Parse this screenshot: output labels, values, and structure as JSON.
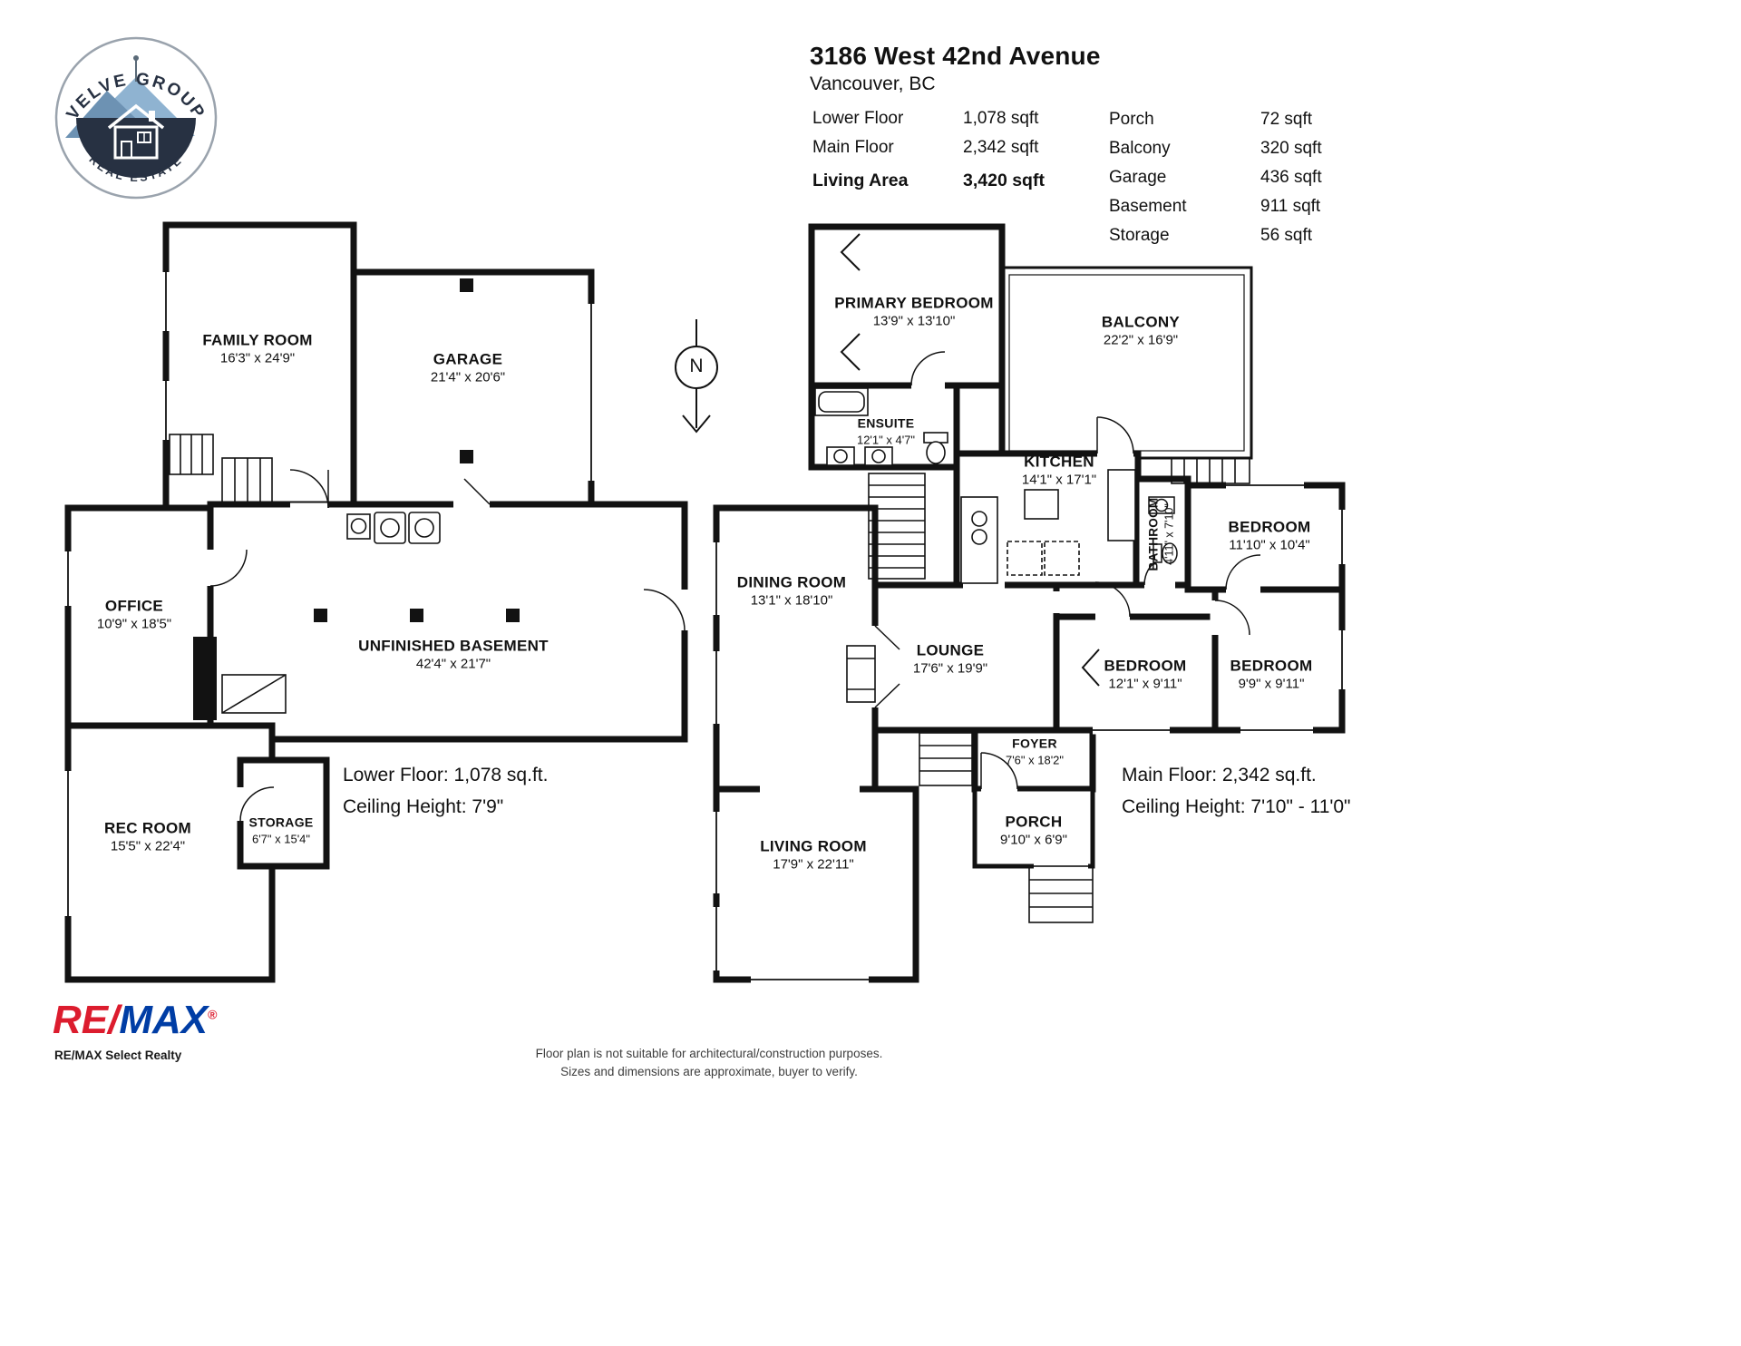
{
  "logo": {
    "line_top": "VELVE GROUP",
    "line_bottom": "REAL ESTATE"
  },
  "header": {
    "title": "3186 West 42nd Avenue",
    "city": "Vancouver, BC",
    "summary_left": [
      {
        "label": "Lower Floor",
        "value": "1,078 sqft"
      },
      {
        "label": "Main Floor",
        "value": "2,342 sqft"
      },
      {
        "label": "Living Area",
        "value": "3,420 sqft"
      }
    ],
    "summary_right": [
      {
        "label": "Porch",
        "value": "72 sqft"
      },
      {
        "label": "Balcony",
        "value": "320 sqft"
      },
      {
        "label": "Garage",
        "value": "436 sqft"
      },
      {
        "label": "Basement",
        "value": "911 sqft"
      },
      {
        "label": "Storage",
        "value": "56 sqft"
      }
    ]
  },
  "compass": {
    "label": "N"
  },
  "lower_floor": {
    "rooms": [
      {
        "name": "FAMILY ROOM",
        "dims": "16'3\" x 24'9\""
      },
      {
        "name": "GARAGE",
        "dims": "21'4\" x 20'6\""
      },
      {
        "name": "OFFICE",
        "dims": "10'9\" x 18'5\""
      },
      {
        "name": "UNFINISHED BASEMENT",
        "dims": "42'4\" x 21'7\""
      },
      {
        "name": "REC ROOM",
        "dims": "15'5\" x 22'4\""
      },
      {
        "name": "STORAGE",
        "dims": "6'7\" x 15'4\""
      }
    ],
    "caption_line1": "Lower Floor: 1,078 sq.ft.",
    "caption_line2": "Ceiling Height: 7'9\""
  },
  "main_floor": {
    "rooms": [
      {
        "name": "PRIMARY BEDROOM",
        "dims": "13'9\" x 13'10\""
      },
      {
        "name": "BALCONY",
        "dims": "22'2\" x 16'9\""
      },
      {
        "name": "ENSUITE",
        "dims": "12'1\" x 4'7\""
      },
      {
        "name": "KITCHEN",
        "dims": "14'1\" x 17'1\""
      },
      {
        "name": "BATHROOM",
        "dims": "4'11\" x 7'10\""
      },
      {
        "name": "BEDROOM",
        "dims": "11'10\" x 10'4\""
      },
      {
        "name": "DINING ROOM",
        "dims": "13'1\" x 18'10\""
      },
      {
        "name": "LOUNGE",
        "dims": "17'6\" x 19'9\""
      },
      {
        "name": "BEDROOM",
        "dims": "12'1\" x 9'11\""
      },
      {
        "name": "BEDROOM",
        "dims": "9'9\" x 9'11\""
      },
      {
        "name": "FOYER",
        "dims": "7'6\" x 18'2\""
      },
      {
        "name": "PORCH",
        "dims": "9'10\" x 6'9\""
      },
      {
        "name": "LIVING ROOM",
        "dims": "17'9\" x 22'11\""
      }
    ],
    "caption_line1": "Main Floor: 2,342 sq.ft.",
    "caption_line2": "Ceiling Height: 7'10\" - 11'0\""
  },
  "footer": {
    "remax_re": "RE",
    "remax_slash": "/",
    "remax_max": "MAX",
    "remax_reg": "®",
    "remax_sub": "RE/MAX Select Realty",
    "disclaimer_line1": "Floor plan is not suitable for architectural/construction purposes.",
    "disclaimer_line2": "Sizes and dimensions are approximate, buyer to verify."
  },
  "colors": {
    "wall": "#121212",
    "remax_red": "#dc1c2e",
    "remax_blue": "#003da5",
    "logo_navy": "#273142",
    "logo_mountain_light": "#8fb3d1",
    "logo_mountain_dark": "#6d92b3"
  }
}
